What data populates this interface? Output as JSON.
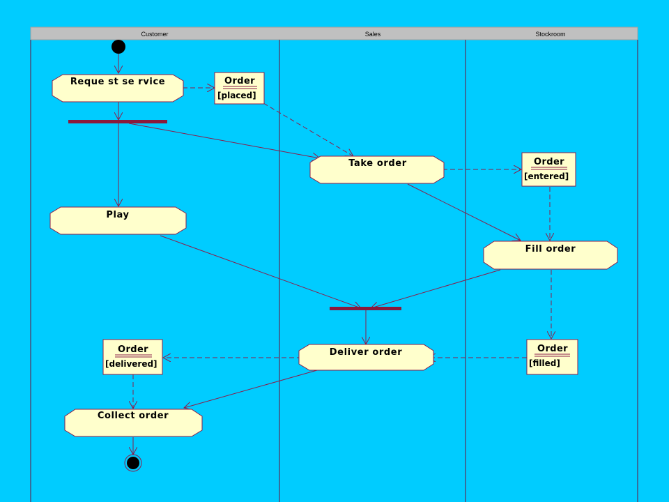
{
  "swimlanes": [
    {
      "name": "Customer"
    },
    {
      "name": "Sales"
    },
    {
      "name": "Stockroom"
    }
  ],
  "activities": [
    {
      "id": "request-service",
      "label": "Reque st se rvice"
    },
    {
      "id": "play",
      "label": "Play"
    },
    {
      "id": "take-order",
      "label": "Take order"
    },
    {
      "id": "fill-order",
      "label": "Fill order"
    },
    {
      "id": "deliver-order",
      "label": "Deliver order"
    },
    {
      "id": "collect-order",
      "label": "Collect order"
    }
  ],
  "objects": [
    {
      "id": "order-placed",
      "name": "Order",
      "state": "[placed]"
    },
    {
      "id": "order-entered",
      "name": "Order",
      "state": "[entered]"
    },
    {
      "id": "order-filled",
      "name": "Order",
      "state": "[filled]"
    },
    {
      "id": "order-delivered",
      "name": "Order",
      "state": "[delivered]"
    }
  ],
  "colors": {
    "background": "#00ccff",
    "activity_fill": "#ffffcc",
    "outline": "#8b1c4a",
    "sync_bar": "#8b1a3c",
    "lane_header": "#c0c0c0",
    "node": "#000000"
  }
}
